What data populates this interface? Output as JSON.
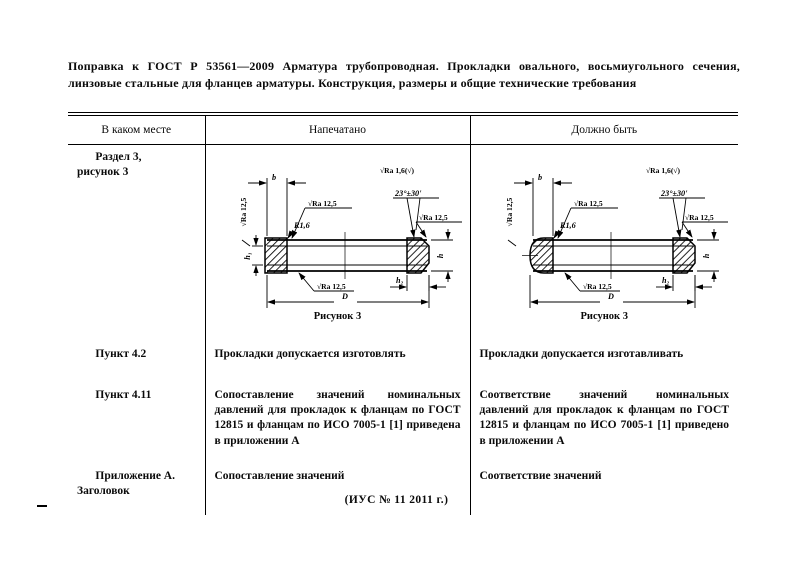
{
  "page": {
    "title": "Поправка к ГОСТ Р  53561—2009 Арматура трубопроводная. Прокладки овального, восьмиугольного сечения, линзовые стальные для фланцев арматуры. Конструкция, размеры и общие технические требования",
    "footer": "(ИУС № 11 2011 г.)"
  },
  "table": {
    "headers": [
      "В каком месте",
      "Напечатано",
      "Должно быть"
    ],
    "rows": [
      {
        "place": "Раздел 3,\nрисунок 3"
      },
      {
        "place": "Пункт 4.2",
        "printed": "Прокладки допускается изготовлять",
        "should_be": "Прокладки допускается изготавливать"
      },
      {
        "place": "Пункт 4.11",
        "printed": "Сопоставление значений номинальных давлений для прокладок к фланцам по ГОСТ 12815 и фланцам по ИСО 7005-1 [1] приведена в приложении А",
        "should_be": "Соответствие значений номинальных давлений для прокладок к фланцам по ГОСТ 12815 и фланцам по ИСО 7005-1 [1] приведено в приложении А"
      },
      {
        "place": "Приложение А.\nЗаголовок",
        "printed": "Сопоставление значений",
        "should_be": "Соответствие значений"
      }
    ]
  },
  "figure": {
    "caption": "Рисунок 3",
    "labels": {
      "general_roughness": "√Ra 1,6(√)",
      "chamfer_angle": "23°±30'",
      "top_width": "b",
      "left_roughness": "√Ra 12,5",
      "top_surface_roughness": "√Ra 12,5",
      "corner_radius": "R1,6",
      "right_roughness": "√Ra 12,5",
      "bottom_roughness": "√Ra 12,5",
      "height": "h",
      "left_end_height": "h₁",
      "chamfer_height": "h₂",
      "diameter": "D"
    }
  }
}
